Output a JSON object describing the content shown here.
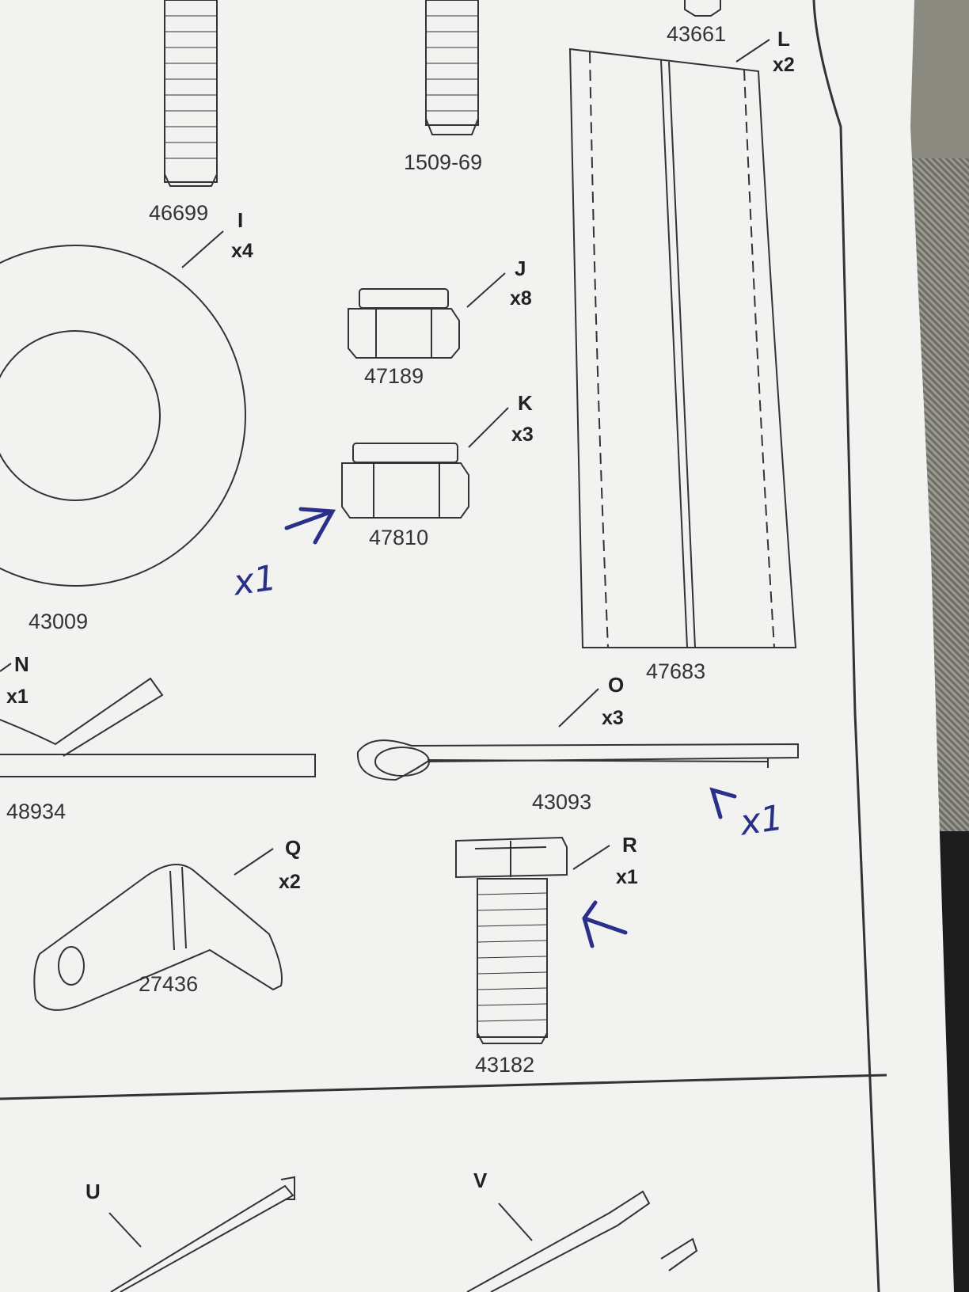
{
  "colors": {
    "paper": "#f2f3f1",
    "line": "#333333",
    "ink": "#2a2f8a"
  },
  "parts": [
    {
      "id": "part-46699",
      "number": "46699",
      "letter": "I",
      "qty": "x4"
    },
    {
      "id": "part-1509-69",
      "number": "1509-69",
      "letter": "",
      "qty": ""
    },
    {
      "id": "part-43661",
      "number": "43661",
      "letter": "L",
      "qty": "x2"
    },
    {
      "id": "part-47189",
      "number": "47189",
      "letter": "J",
      "qty": "x8"
    },
    {
      "id": "part-47810",
      "number": "47810",
      "letter": "K",
      "qty": "x3"
    },
    {
      "id": "part-43009",
      "number": "43009",
      "letter": "",
      "qty": ""
    },
    {
      "id": "part-47683",
      "number": "47683",
      "letter": "O",
      "qty": "x3"
    },
    {
      "id": "part-48934",
      "number": "48934",
      "letter": "N",
      "qty": "x1"
    },
    {
      "id": "part-43093",
      "number": "43093",
      "letter": "",
      "qty": ""
    },
    {
      "id": "part-27436",
      "number": "27436",
      "letter": "Q",
      "qty": "x2"
    },
    {
      "id": "part-43182",
      "number": "43182",
      "letter": "R",
      "qty": "x1"
    }
  ],
  "section2": {
    "letter_u": "U",
    "letter_v": "V"
  },
  "annotations": {
    "note_left": "x1",
    "note_right": "x1"
  }
}
